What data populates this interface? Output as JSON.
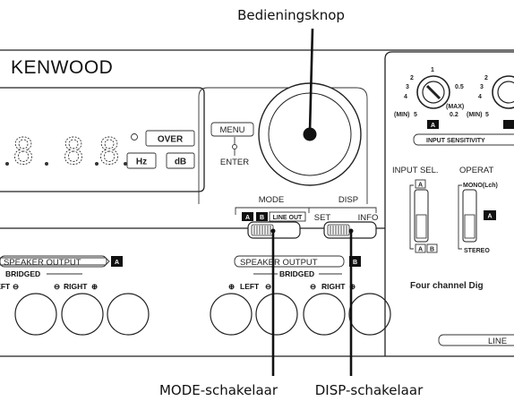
{
  "callouts": {
    "top": "Bedieningsknop",
    "bottom_left": "MODE-schakelaar",
    "bottom_right": "DISP-schakelaar"
  },
  "panel": {
    "brand": "KENWOOD",
    "display": {
      "digits": [
        "8",
        "8",
        "8"
      ],
      "over": "OVER",
      "hz": "Hz",
      "db": "dB"
    },
    "menu": "MENU",
    "enter": "ENTER",
    "mode": "MODE",
    "disp": "DISP",
    "switch_a": "A",
    "switch_b": "B",
    "line_out": "LINE OUT",
    "set": "SET",
    "info": "INFO",
    "speaker_output": "SPEAKER OUTPUT",
    "speaker_output_b": "SPEAKER OUTPUT",
    "bridged": "BRIDGED",
    "bridged_b": "BRIDGED",
    "left": "LEFT",
    "right": "RIGHT",
    "left_b": "LEFT",
    "right_b": "RIGHT",
    "minus": "⊖",
    "plus": "⊕",
    "badge_a": "A",
    "badge_b": "B",
    "sens_tick_1": "1",
    "sens_tick_2": "2",
    "sens_tick_3": "3",
    "sens_tick_4": "4",
    "sens_tick_05": "0.5",
    "sens_tick_02": "0.2",
    "sens_tick_5": "5",
    "sens_max": "(MAX)",
    "sens_min": "(MIN)",
    "sens_min2": "(MIN)",
    "sens_tick_2b": "2",
    "sens_tick_3b": "3",
    "sens_tick_4b": "4",
    "sens_tick_5b": "5",
    "input_sensitivity": "INPUT SENSITIVITY",
    "input_sel": "INPUT SEL.",
    "sel_a": "A",
    "sel_ab_a": "A",
    "sel_ab_b": "B",
    "operat": "OPERAT",
    "mono": "MONO(Lch)",
    "stereo": "STEREO",
    "four_channel": "Four channel Dig",
    "line": "LINE"
  }
}
